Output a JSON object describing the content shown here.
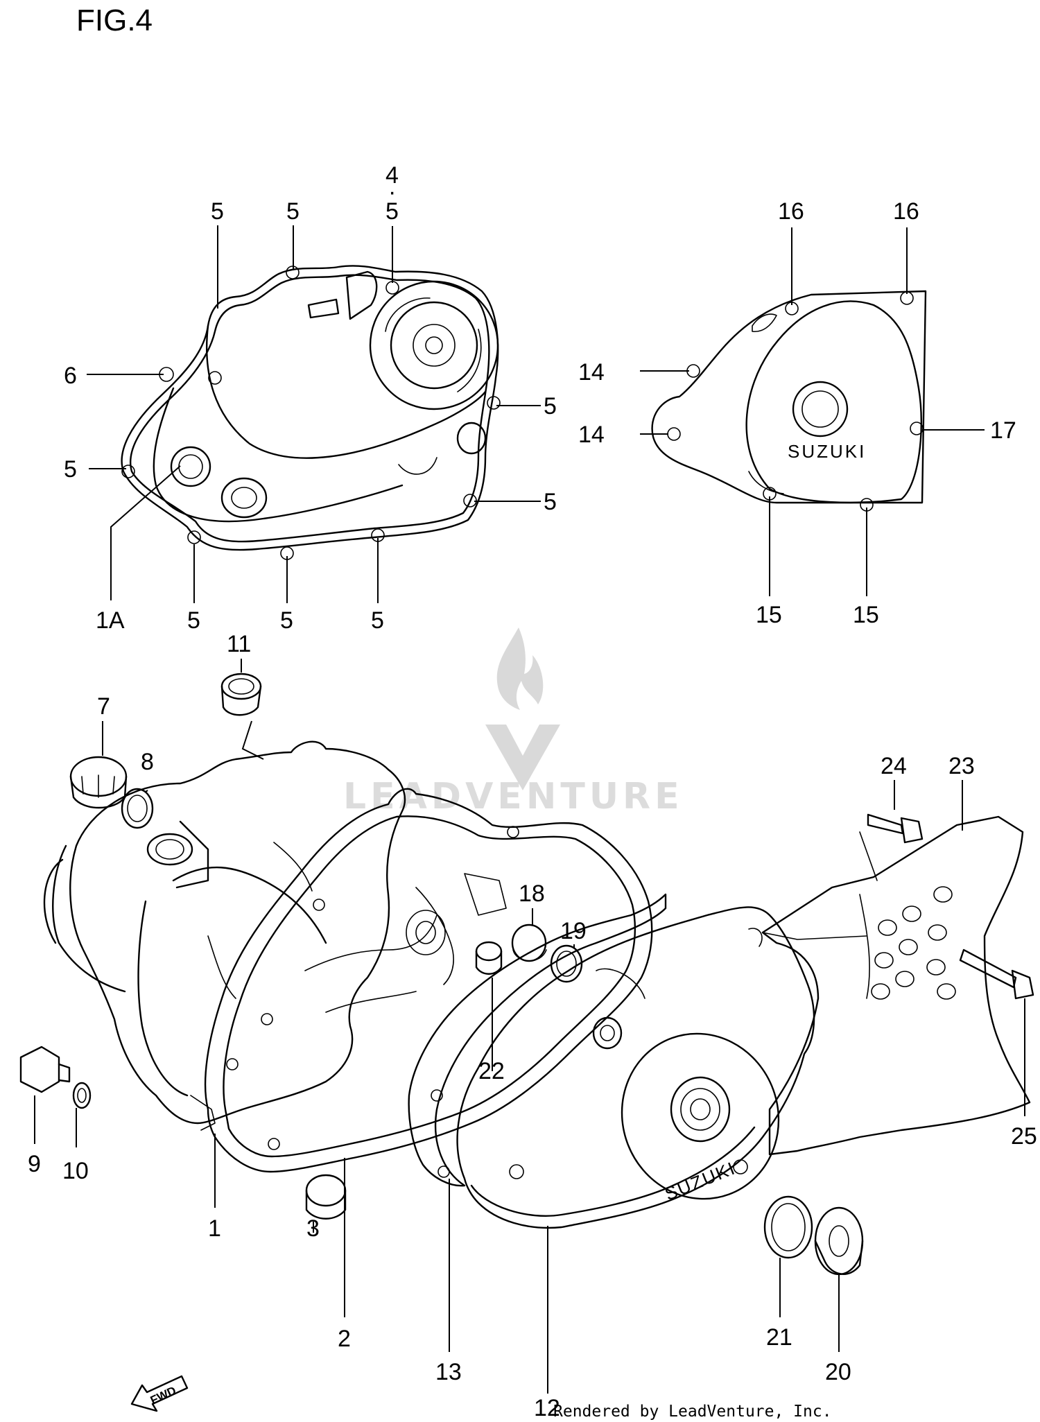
{
  "figure_title": "FIG.4",
  "credit": "Rendered by LeadVenture, Inc.",
  "watermark": "LEADVENTURE",
  "stamped_text": {
    "cover_right": "SUZUKI",
    "crankcase_cover": "SUZUKI",
    "fwd_arrow": "FWD"
  },
  "part_labels": [
    {
      "key": "5a",
      "text": "5"
    },
    {
      "key": "5b",
      "text": "5"
    },
    {
      "key": "4",
      "text": "4"
    },
    {
      "key": "4dot",
      "text": "·"
    },
    {
      "key": "5c",
      "text": "5"
    },
    {
      "key": "6",
      "text": "6"
    },
    {
      "key": "5d",
      "text": "5"
    },
    {
      "key": "5e",
      "text": "5"
    },
    {
      "key": "5f",
      "text": "5"
    },
    {
      "key": "1A",
      "text": "1A"
    },
    {
      "key": "5g",
      "text": "5"
    },
    {
      "key": "5h",
      "text": "5"
    },
    {
      "key": "5i",
      "text": "5"
    },
    {
      "key": "16a",
      "text": "16"
    },
    {
      "key": "16b",
      "text": "16"
    },
    {
      "key": "14a",
      "text": "14"
    },
    {
      "key": "14b",
      "text": "14"
    },
    {
      "key": "17",
      "text": "17"
    },
    {
      "key": "15a",
      "text": "15"
    },
    {
      "key": "15b",
      "text": "15"
    },
    {
      "key": "11",
      "text": "11"
    },
    {
      "key": "7",
      "text": "7"
    },
    {
      "key": "8",
      "text": "8"
    },
    {
      "key": "24",
      "text": "24"
    },
    {
      "key": "23",
      "text": "23"
    },
    {
      "key": "18",
      "text": "18"
    },
    {
      "key": "19",
      "text": "19"
    },
    {
      "key": "22",
      "text": "22"
    },
    {
      "key": "9",
      "text": "9"
    },
    {
      "key": "10",
      "text": "10"
    },
    {
      "key": "25",
      "text": "25"
    },
    {
      "key": "1",
      "text": "1"
    },
    {
      "key": "3",
      "text": "3"
    },
    {
      "key": "2",
      "text": "2"
    },
    {
      "key": "13",
      "text": "13"
    },
    {
      "key": "21",
      "text": "21"
    },
    {
      "key": "20",
      "text": "20"
    },
    {
      "key": "12",
      "text": "12"
    }
  ]
}
